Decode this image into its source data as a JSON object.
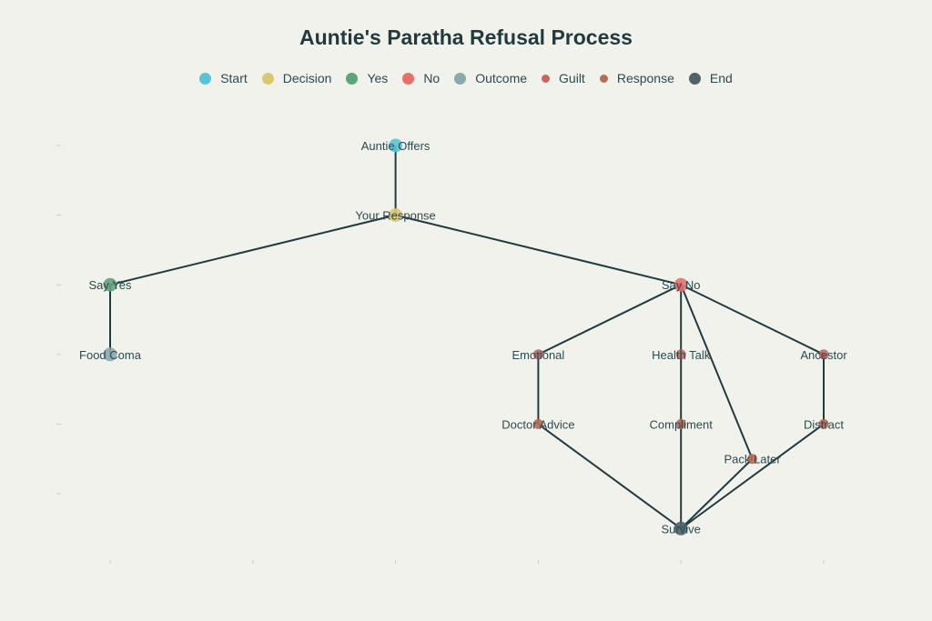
{
  "title": "Auntie's Paratha Refusal Process",
  "legend": [
    {
      "label": "Start",
      "color": "#56c5d6",
      "size": 13
    },
    {
      "label": "Decision",
      "color": "#d9c774",
      "size": 13
    },
    {
      "label": "Yes",
      "color": "#5fa37a",
      "size": 13
    },
    {
      "label": "No",
      "color": "#e8706b",
      "size": 13
    },
    {
      "label": "Outcome",
      "color": "#88a9ad",
      "size": 13
    },
    {
      "label": "Guilt",
      "color": "#c9645e",
      "size": 9
    },
    {
      "label": "Response",
      "color": "#b56d56",
      "size": 9
    },
    {
      "label": "End",
      "color": "#4f6369",
      "size": 13
    }
  ],
  "chart_data": {
    "type": "network",
    "nodes": [
      {
        "id": "auntie",
        "label": "Auntie Offers",
        "x": 2,
        "y": 0,
        "category": "Start"
      },
      {
        "id": "resp",
        "label": "Your Response",
        "x": 2,
        "y": -1,
        "category": "Decision"
      },
      {
        "id": "yes",
        "label": "Say Yes",
        "x": 0,
        "y": -2,
        "category": "Yes"
      },
      {
        "id": "no",
        "label": "Say No",
        "x": 4,
        "y": -2,
        "category": "No"
      },
      {
        "id": "coma",
        "label": "Food Coma",
        "x": 0,
        "y": -3,
        "category": "Outcome"
      },
      {
        "id": "emo",
        "label": "Emotional",
        "x": 3,
        "y": -3,
        "category": "Guilt"
      },
      {
        "id": "health",
        "label": "Health Talk",
        "x": 4,
        "y": -3,
        "category": "Guilt"
      },
      {
        "id": "anc",
        "label": "Ancestor",
        "x": 5,
        "y": -3,
        "category": "Guilt"
      },
      {
        "id": "doc",
        "label": "Doctor Advice",
        "x": 3,
        "y": -4,
        "category": "Response"
      },
      {
        "id": "comp",
        "label": "Compliment",
        "x": 4,
        "y": -4,
        "category": "Response"
      },
      {
        "id": "dist",
        "label": "Distract",
        "x": 5,
        "y": -4,
        "category": "Response"
      },
      {
        "id": "pack",
        "label": "Pack Later",
        "x": 4.5,
        "y": -4.5,
        "category": "Response"
      },
      {
        "id": "surv",
        "label": "Survive",
        "x": 4,
        "y": -5.5,
        "category": "End"
      }
    ],
    "edges": [
      [
        "auntie",
        "resp"
      ],
      [
        "resp",
        "yes"
      ],
      [
        "resp",
        "no"
      ],
      [
        "yes",
        "coma"
      ],
      [
        "no",
        "emo"
      ],
      [
        "no",
        "health"
      ],
      [
        "no",
        "anc"
      ],
      [
        "no",
        "pack"
      ],
      [
        "emo",
        "doc"
      ],
      [
        "health",
        "comp"
      ],
      [
        "anc",
        "dist"
      ],
      [
        "doc",
        "surv"
      ],
      [
        "comp",
        "surv"
      ],
      [
        "pack",
        "surv"
      ],
      [
        "dist",
        "surv"
      ]
    ],
    "xlim": [
      0,
      5
    ],
    "ylim": [
      -6,
      0
    ]
  }
}
